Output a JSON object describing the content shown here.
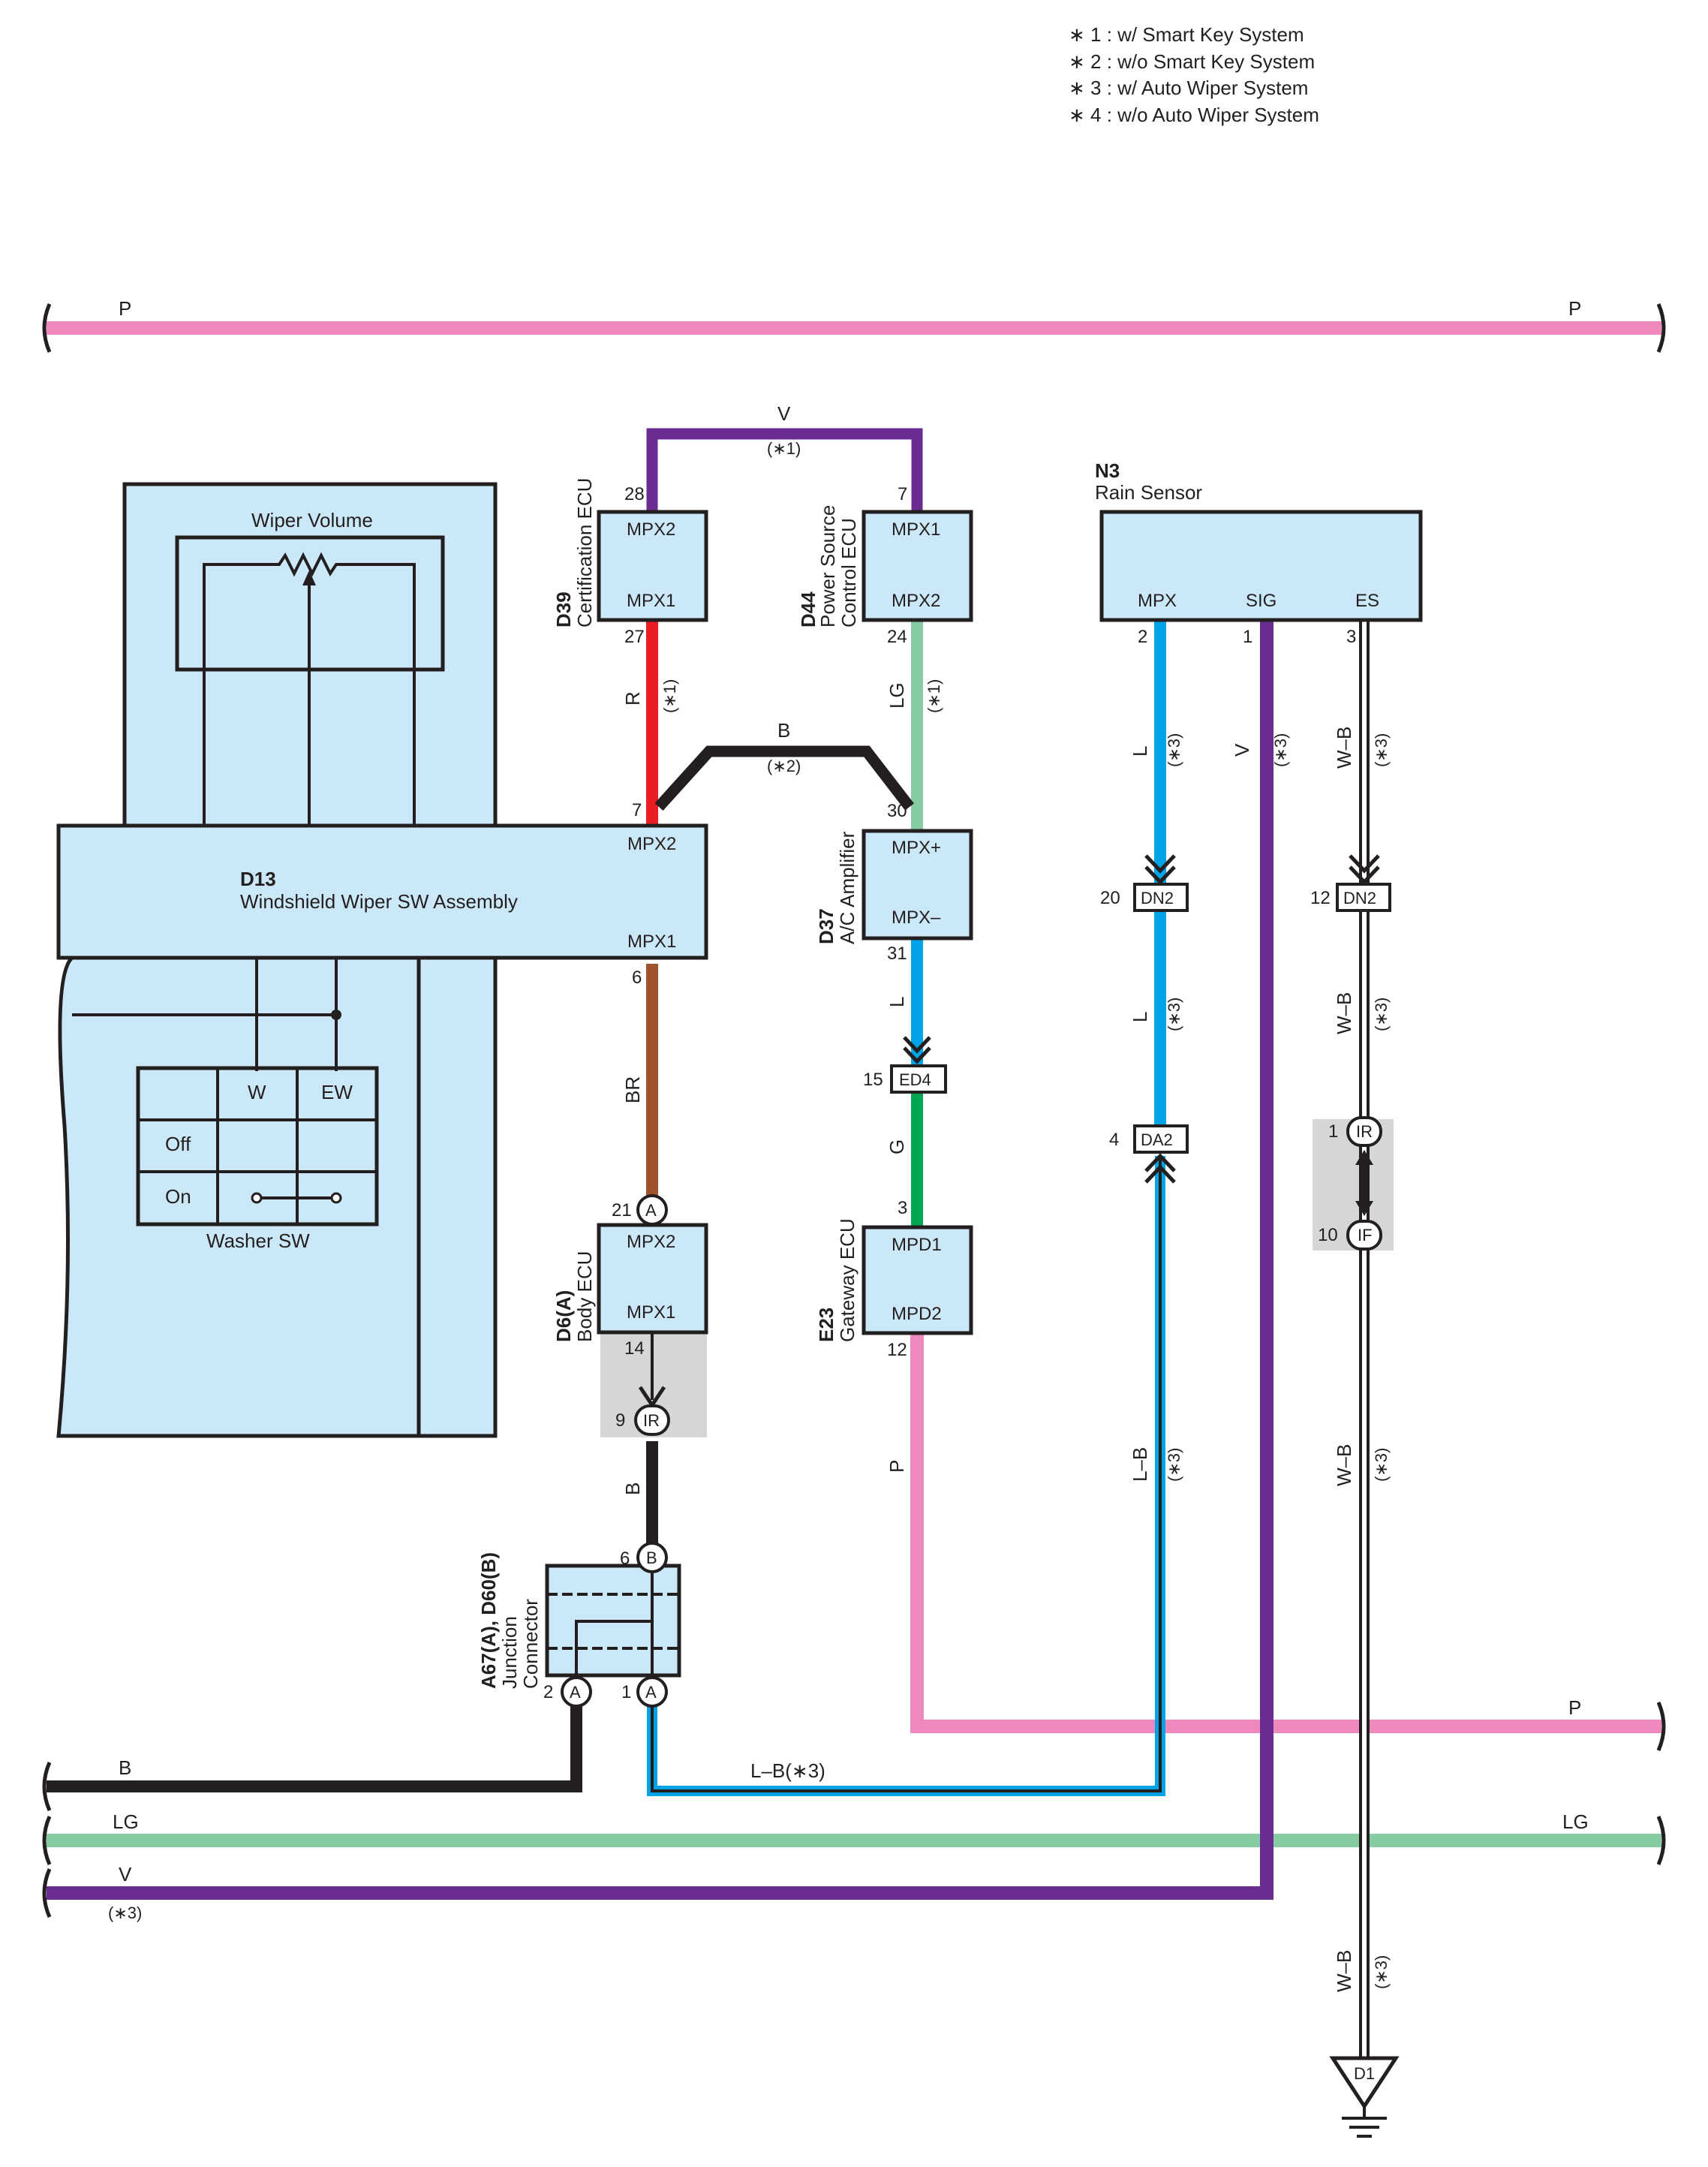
{
  "notes": [
    "∗ 1 : w/ Smart Key System",
    "∗ 2 : w/o Smart Key System",
    "∗ 3 : w/ Auto Wiper System",
    "∗ 4 : w/o Auto Wiper System"
  ],
  "colors": {
    "P": "#ef88bd",
    "V": "#6a2c91",
    "R": "#ec1c24",
    "LG": "#86cba1",
    "B": "#231f20",
    "L": "#00a3e6",
    "BR": "#a0522d",
    "G": "#00a651",
    "WB": "#ffffff",
    "component_fill": "#cbe8f8",
    "splice_fill": "#d6d6d6"
  },
  "components": {
    "d13": {
      "code": "D13",
      "name": "Windshield Wiper SW Assembly",
      "pins": {
        "mpx2": "MPX2",
        "mpx1": "MPX1"
      }
    },
    "wiper_volume": {
      "label": "Wiper Volume"
    },
    "washer_sw": {
      "label": "Washer SW",
      "columns": [
        "W",
        "EW"
      ],
      "rows": [
        "Off",
        "On"
      ]
    },
    "d39": {
      "code": "D39",
      "name": "Certification ECU",
      "pin_top": "MPX2",
      "pin_bottom": "MPX1",
      "num_top": "28",
      "num_bottom": "27"
    },
    "d44": {
      "code": "D44",
      "name_line1": "Power Source",
      "name_line2": "Control ECU",
      "pin_top": "MPX1",
      "pin_bottom": "MPX2",
      "num_top": "7",
      "num_bottom": "24"
    },
    "d37": {
      "code": "D37",
      "name": "A/C Amplifier",
      "pin_top": "MPX+",
      "pin_bottom": "MPX–",
      "num_top": "30",
      "num_bottom": "31"
    },
    "e23": {
      "code": "E23",
      "name": "Gateway ECU",
      "pin_top": "MPD1",
      "pin_bottom": "MPD2",
      "num_top": "3",
      "num_bottom": "12"
    },
    "d6": {
      "code": "D6(A)",
      "name": "Body ECU",
      "pin_top": "MPX2",
      "pin_bottom": "MPX1",
      "num_top": "21",
      "num_bottom": "14"
    },
    "n3": {
      "code": "N3",
      "name": "Rain Sensor",
      "pins": [
        "MPX",
        "SIG",
        "ES"
      ],
      "pin_nums": [
        "2",
        "1",
        "3"
      ]
    },
    "junction": {
      "code": "A67(A), D60(B)",
      "name_line1": "Junction",
      "name_line2": "Connector",
      "pin_b": "6",
      "pin_a2": "2",
      "pin_a1": "1"
    }
  },
  "wire_labels": {
    "p_top_left": "P",
    "p_top_right": "P",
    "v_top": "V",
    "v_top_note": "(∗1)",
    "r": "R",
    "r_note": "(∗1)",
    "lg_upper": "LG",
    "lg_upper_note": "(∗1)",
    "b_upper": "B",
    "b_upper_note": "(∗2)",
    "d13_mpx2_num": "7",
    "d13_mpx1_num": "6",
    "br": "BR",
    "l_d37": "L",
    "g": "G",
    "p_e23": "P",
    "b_body": "B",
    "l_n3": "L",
    "l_n3_note": "(∗3)",
    "v_n3": "V",
    "v_n3_note": "(∗3)",
    "wb_n3": "W–B",
    "wb_n3_note": "(∗3)",
    "l_mid": "L",
    "l_mid_note": "(∗3)",
    "wb_mid": "W–B",
    "wb_mid_note": "(∗3)",
    "lb_low": "L–B",
    "lb_low_note": "(∗3)",
    "wb_low": "W–B",
    "wb_low_note": "(∗3)",
    "lb_horiz": "L–B(∗3)",
    "p_bottom_right": "P",
    "b_bottom": "B",
    "lg_bottom_left": "LG",
    "lg_bottom_right": "LG",
    "v_bottom": "V",
    "v_bottom_note": "(∗3)",
    "wb_ground": "W–B",
    "wb_ground_note": "(∗3)"
  },
  "connectors": {
    "ed4": {
      "code": "ED4",
      "pin": "15"
    },
    "dn2_left": {
      "code": "DN2",
      "pin": "20"
    },
    "dn2_right": {
      "code": "DN2",
      "pin": "12"
    },
    "da2": {
      "code": "DA2",
      "pin": "4"
    },
    "ir_n": {
      "code": "IR",
      "pin": "1"
    },
    "if_n": {
      "code": "IF",
      "pin": "10"
    },
    "ir_body": {
      "code": "IR",
      "pin": "9"
    },
    "ground": {
      "code": "D1"
    },
    "letter_a": "A",
    "letter_b": "B"
  }
}
